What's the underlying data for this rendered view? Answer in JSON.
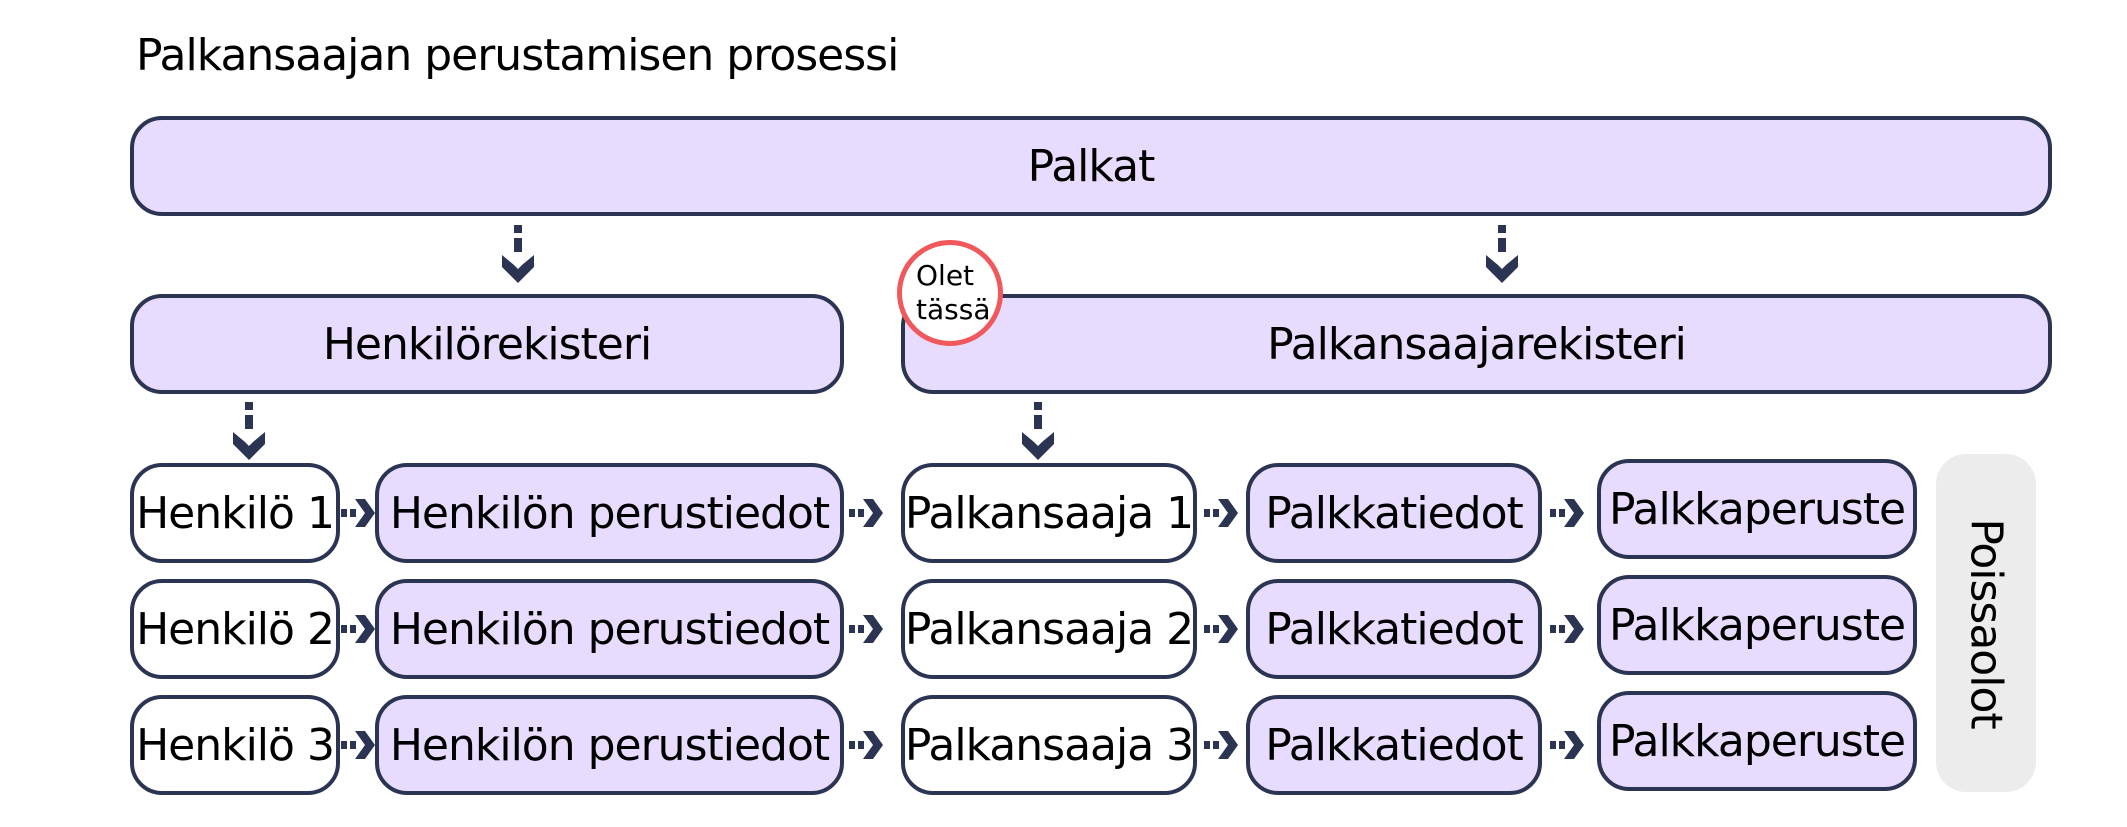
{
  "title": "Palkansaajan perustamisen prosessi",
  "top": {
    "label": "Palkat"
  },
  "registers": {
    "henkilorekisteri": "Henkilörekisteri",
    "palkansaajarekisteri": "Palkansaajarekisteri"
  },
  "marker": {
    "line1": "Olet",
    "line2": "tässä"
  },
  "rows": [
    {
      "henkilo": "Henkilö 1",
      "perustiedot": "Henkilön perustiedot",
      "palkansaaja": "Palkansaaja 1",
      "palkkatiedot": "Palkkatiedot",
      "palkkaperuste": "Palkkaperuste"
    },
    {
      "henkilo": "Henkilö 2",
      "perustiedot": "Henkilön perustiedot",
      "palkansaaja": "Palkansaaja 2",
      "palkkatiedot": "Palkkatiedot",
      "palkkaperuste": "Palkkaperuste"
    },
    {
      "henkilo": "Henkilö 3",
      "perustiedot": "Henkilön perustiedot",
      "palkansaaja": "Palkansaaja 3",
      "palkkatiedot": "Palkkatiedot",
      "palkkaperuste": "Palkkaperuste"
    }
  ],
  "side": {
    "label": "Poissaolot"
  },
  "colors": {
    "fill": "#e8dcfe",
    "border": "#2b3553",
    "marker": "#f0585c",
    "side": "#ececec"
  }
}
